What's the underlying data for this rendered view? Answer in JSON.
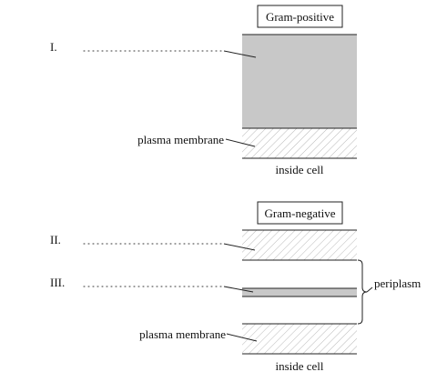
{
  "gram_positive": {
    "title": "Gram-positive",
    "label_I": "I.",
    "membrane_label": "plasma membrane",
    "inside_label": "inside cell"
  },
  "gram_negative": {
    "title": "Gram-negative",
    "label_II": "II.",
    "label_III": "III.",
    "periplasm_label": "periplasm",
    "membrane_label": "plasma membrane",
    "inside_label": "inside cell"
  },
  "colors": {
    "wall_gray": "#c8c8c8",
    "hatch": "#b9b9b9",
    "line": "#222222"
  }
}
